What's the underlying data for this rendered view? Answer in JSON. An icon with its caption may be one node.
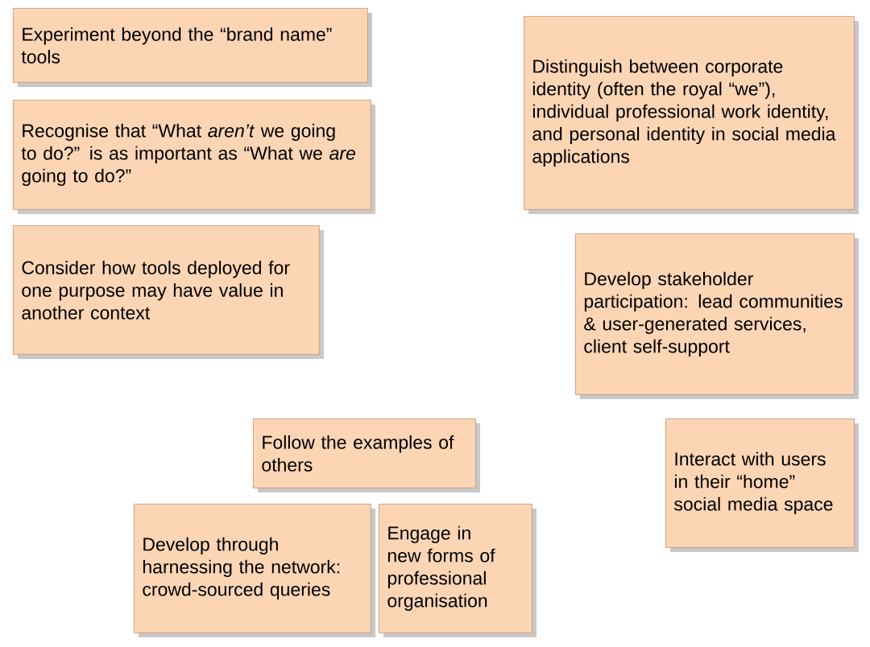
{
  "diagram": {
    "nodes": [
      {
        "text": [
          "Experiment beyond the “brand name” tools"
        ]
      },
      {
        "text": [
          "Recognise that “What *aren’t* we going to do?” is as important as “What we *are* going to do?”"
        ]
      },
      {
        "text": [
          "Consider how tools deployed for one purpose may have value in another context"
        ]
      },
      {
        "text": [
          "Distinguish between corporate identity (often the royal “we”), individual professional work identity, and personal identity in social media applications"
        ]
      },
      {
        "text": [
          "Develop stakeholder participation: lead communities & user-generated services, client self-support"
        ]
      },
      {
        "text": [
          "Follow the examples of others"
        ]
      },
      {
        "text": [
          "Interact with users in their “home” social media space"
        ]
      },
      {
        "text": [
          "Develop through harnessing the network: crowd-sourced queries"
        ]
      },
      {
        "text": [
          "Engage in new forms of professional organisation"
        ]
      }
    ]
  }
}
